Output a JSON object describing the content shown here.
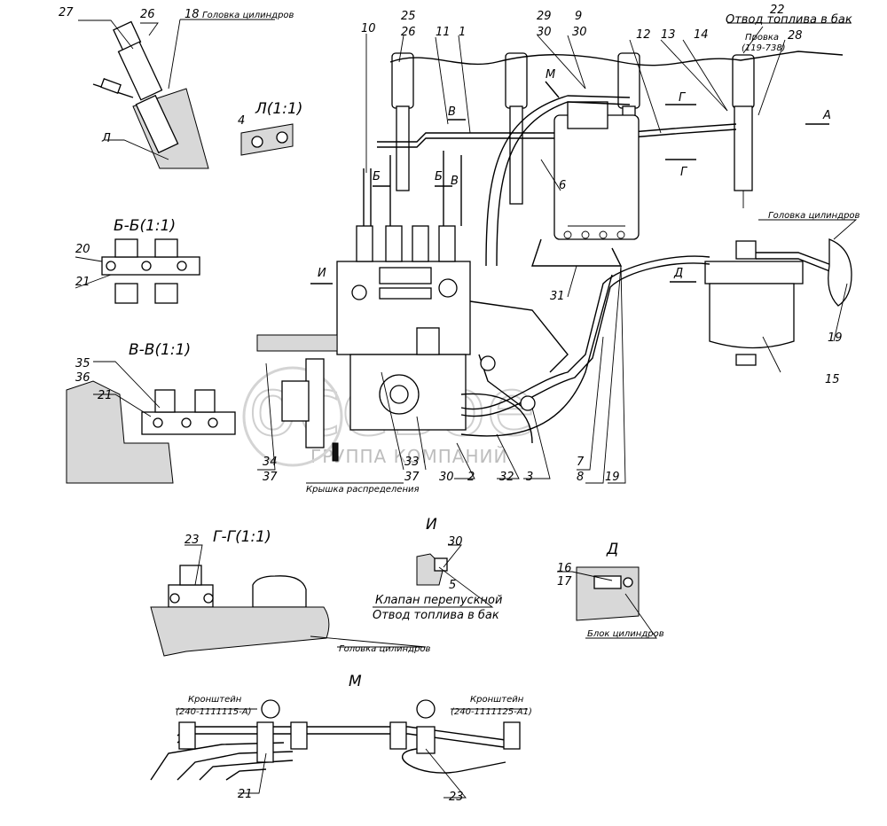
{
  "callouts": {
    "c1": "1",
    "c2": "2",
    "c3": "3",
    "c4": "4",
    "c5": "5",
    "c6": "6",
    "c7": "7",
    "c8": "8",
    "c9": "9",
    "c10": "10",
    "c11": "11",
    "c12": "12",
    "c13": "13",
    "c14": "14",
    "c15": "15",
    "c16": "16",
    "c17": "17",
    "c18": "18",
    "c19": "19",
    "c20": "20",
    "c21": "21",
    "c22": "22",
    "c23": "23",
    "c25": "25",
    "c26": "26",
    "c27": "27",
    "c28": "28",
    "c29": "29",
    "c30": "30",
    "c31": "31",
    "c32": "32",
    "c33": "33",
    "c34": "34",
    "c35": "35",
    "c36": "36",
    "c37": "37"
  },
  "view_titles": {
    "L": "Л(1:1)",
    "BB": "Б-Б(1:1)",
    "VV": "В-В(1:1)",
    "GG": "Г-Г(1:1)",
    "I": "И",
    "D": "Д",
    "M": "М"
  },
  "view_markers": {
    "L": "Л",
    "B": "Б",
    "V": "В",
    "G": "Г",
    "M": "М",
    "A": "А",
    "D": "Д",
    "I": "И"
  },
  "labels": {
    "cylinder_head": "Головка цилиндров",
    "fuel_return": "Отвод топлива в бак",
    "wire": "Провка",
    "wire_code": "(119-738)",
    "cover": "Крышка распределения",
    "bypass_valve": "Клапан перепускной",
    "block": "Блок цилиндров",
    "bracket": "Кронштейн",
    "bracket_code_1": "(240-1111115-А)",
    "bracket_code_2": "(240-1111125-А1)"
  },
  "watermark": {
    "logo": "осевое",
    "sub": "ГРУППА КОМПАНИЙ"
  },
  "colors": {
    "line": "#000000",
    "background": "#ffffff",
    "watermark": "#cfcfcf"
  }
}
